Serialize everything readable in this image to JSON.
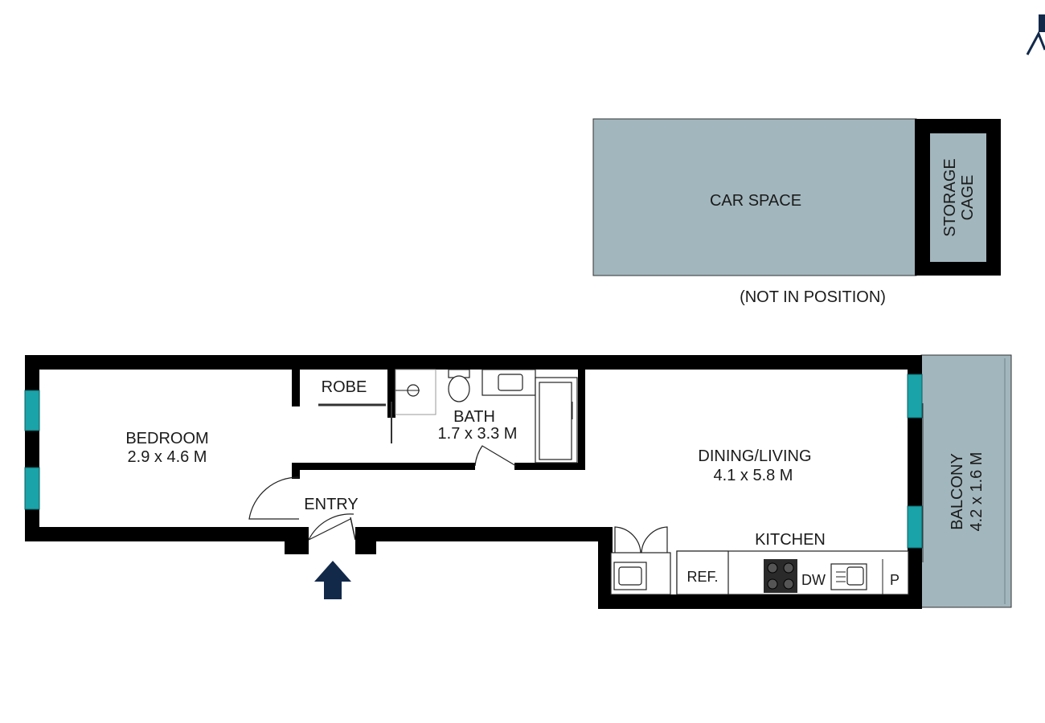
{
  "colors": {
    "wall": "#000000",
    "outdoor_fill": "#a2b6bd",
    "window": "#1aa3a8",
    "entry_arrow": "#12294a",
    "floor": "#ffffff"
  },
  "parking": {
    "car_space_label": "CAR SPACE",
    "storage_label_line1": "STORAGE",
    "storage_label_line2": "CAGE",
    "note": "(NOT IN POSITION)"
  },
  "rooms": {
    "bedroom": {
      "name": "BEDROOM",
      "size": "2.9 x 4.6 M"
    },
    "robe": {
      "name": "ROBE"
    },
    "bath": {
      "name": "BATH",
      "size": "1.7 x 3.3 M"
    },
    "entry": {
      "name": "ENTRY"
    },
    "dining_living": {
      "name": "DINING/LIVING",
      "size": "4.1 x 5.8 M"
    },
    "kitchen": {
      "name": "KITCHEN"
    },
    "balcony": {
      "name": "BALCONY",
      "size": "4.2 x 1.6 M"
    }
  },
  "appliances": {
    "fridge": "REF.",
    "dishwasher": "DW",
    "pantry": "P"
  },
  "icons": {
    "entry_marker": "entry-arrow-icon",
    "brand_mark": "brand-logo-icon",
    "cooktop": "cooktop-icon",
    "sink": "sink-icon",
    "toilet": "toilet-icon",
    "basin": "basin-icon",
    "bathtub": "bathtub-icon"
  }
}
